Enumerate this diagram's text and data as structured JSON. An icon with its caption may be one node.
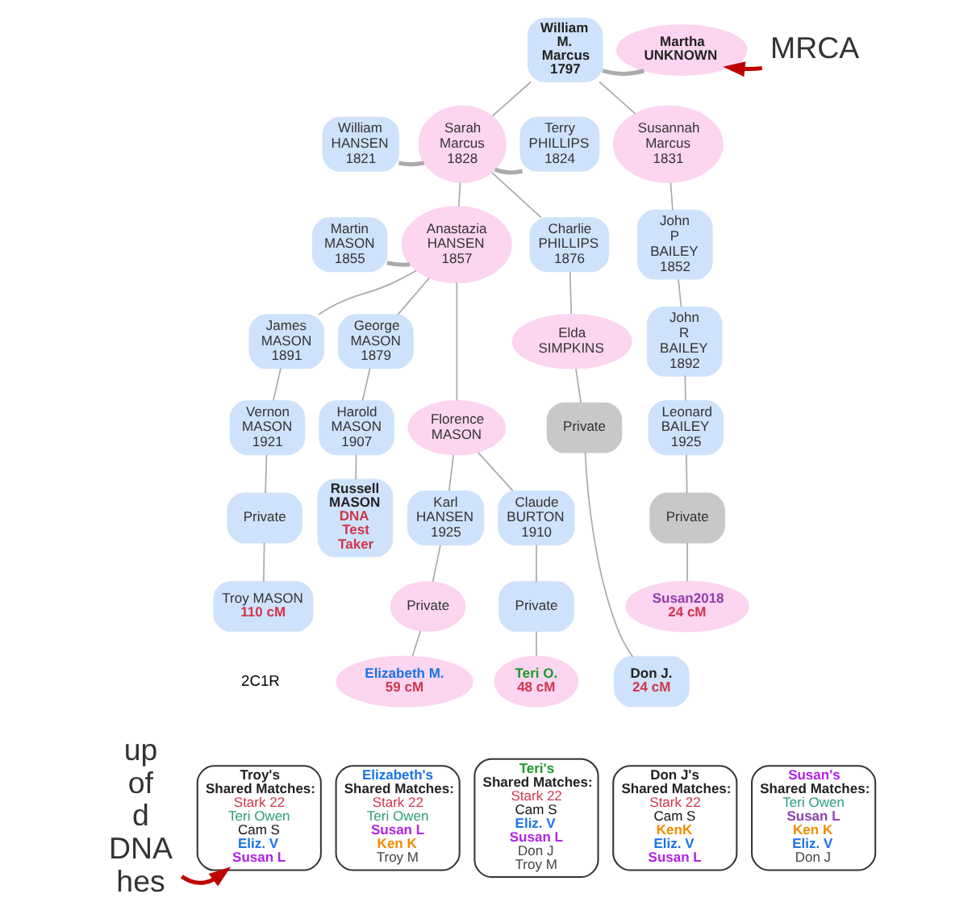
{
  "diagram": {
    "nodes": [
      {
        "text": [
          "William M. Marcus 1797"
        ]
      },
      {
        "text": [
          "Martha UNKNOWN"
        ]
      },
      {
        "text": [
          "MRCA"
        ]
      },
      {
        "text": [
          "William HANSEN 1821"
        ]
      },
      {
        "text": [
          "Sarah Marcus 1828"
        ]
      },
      {
        "text": [
          "Terry PHILLIPS 1824"
        ]
      },
      {
        "text": [
          "Susannah Marcus 1831"
        ]
      },
      {
        "text": [
          "Martin MASON 1855"
        ]
      },
      {
        "text": [
          "Anastazia HANSEN 1857"
        ]
      },
      {
        "text": [
          "John P BAILEY 1852"
        ]
      },
      {
        "text": [
          "George MASON 1879"
        ]
      },
      {
        "text": [
          "James MASON 1891"
        ]
      },
      {
        "text": [
          "Florence MASON"
        ]
      },
      {
        "text": [
          "Charlie PHILLIPS 1876"
        ]
      },
      {
        "text": [
          "John R BAILEY 1892"
        ]
      },
      {
        "text": [
          "Harold MASON 1907"
        ]
      },
      {
        "text": [
          "Vernon MASON 1921"
        ]
      },
      {
        "text": [
          "Karl HANSEN 1925"
        ]
      },
      {
        "text": [
          "Claude BURTON 1910"
        ]
      },
      {
        "text": [
          "Elda SIMPKINS"
        ]
      },
      {
        "text": [
          "Leonard BAILEY 1925"
        ]
      },
      {
        "text": [
          "Russell MASON",
          "DNA Test Taker"
        ]
      },
      {
        "text": [
          "Private"
        ]
      },
      {
        "text": [
          "Private"
        ]
      },
      {
        "text": [
          "Private"
        ]
      },
      {
        "text": [
          "Private"
        ]
      },
      {
        "text": [
          "Private"
        ]
      },
      {
        "text": [
          "Troy MASON",
          "110 cM"
        ]
      },
      {
        "text": [
          "Elizabeth M.",
          "59 cM"
        ]
      },
      {
        "text": [
          "Teri O.",
          "48 cM"
        ]
      },
      {
        "text": [
          "Don J.",
          "24 cM"
        ]
      },
      {
        "text": [
          "Susan2018",
          "24 cM"
        ]
      },
      {
        "text": [
          "up of d DNA hes"
        ]
      },
      {
        "text": [
          "Troy's",
          "Shared Matches:",
          "Stark 22",
          "Teri Owen",
          "Cam S",
          "Eliz. V",
          "Susan L"
        ]
      },
      {
        "text": [
          "Elizabeth's",
          "Shared Matches:",
          "Stark 22",
          "Teri Owen",
          "Susan L",
          "Ken K",
          "Troy M"
        ]
      },
      {
        "text": [
          "Teri's",
          "Shared Matches:",
          "Stark 22",
          "Cam S",
          "Eliz. V",
          "Susan L",
          "Don J",
          "Troy M"
        ]
      },
      {
        "text": [
          "Don J's",
          "Shared Matches:",
          "Stark 22",
          "Cam S",
          "KenK",
          "Eliz. V",
          "Susan L"
        ]
      },
      {
        "text": [
          "Susan's",
          "Shared Matches:",
          "Teri Owen",
          "Susan L",
          "Ken K",
          "Eliz. V",
          "Don J"
        ]
      }
    ],
    "edges": [
      {
        "from": 0,
        "to": 1,
        "arrow": "none",
        "style": "thick"
      },
      {
        "from": 2,
        "to": 1,
        "arrow": "to",
        "style": "thick",
        "color": "#c00000"
      },
      {
        "from": 0,
        "to": 4,
        "arrow": "none"
      },
      {
        "from": 0,
        "to": 6,
        "arrow": "none"
      },
      {
        "from": 3,
        "to": 4,
        "arrow": "none",
        "style": "thick"
      },
      {
        "from": 4,
        "to": 5,
        "arrow": "none",
        "style": "thick"
      },
      {
        "from": 7,
        "to": 8,
        "arrow": "none",
        "style": "thick"
      },
      {
        "from": 4,
        "to": 8,
        "arrow": "none"
      },
      {
        "from": 4,
        "to": 13,
        "arrow": "none"
      },
      {
        "from": 6,
        "to": 9,
        "arrow": "none"
      },
      {
        "from": 8,
        "to": 10,
        "arrow": "none"
      },
      {
        "from": 8,
        "to": 11,
        "arrow": "none"
      },
      {
        "from": 8,
        "to": 12,
        "arrow": "none"
      },
      {
        "from": 9,
        "to": 14,
        "arrow": "none"
      },
      {
        "from": 10,
        "to": 15,
        "arrow": "none"
      },
      {
        "from": 11,
        "to": 16,
        "arrow": "none"
      },
      {
        "from": 12,
        "to": 17,
        "arrow": "none"
      },
      {
        "from": 12,
        "to": 18,
        "arrow": "none"
      },
      {
        "from": 13,
        "to": 19,
        "arrow": "none"
      },
      {
        "from": 14,
        "to": 20,
        "arrow": "none"
      },
      {
        "from": 15,
        "to": 21,
        "arrow": "none"
      },
      {
        "from": 16,
        "to": 22,
        "arrow": "none"
      },
      {
        "from": 17,
        "to": 23,
        "arrow": "none"
      },
      {
        "from": 18,
        "to": 24,
        "arrow": "none"
      },
      {
        "from": 19,
        "to": 25,
        "arrow": "none"
      },
      {
        "from": 20,
        "to": 26,
        "arrow": "none"
      },
      {
        "from": 22,
        "to": 27,
        "arrow": "none"
      },
      {
        "from": 23,
        "to": 28,
        "arrow": "none"
      },
      {
        "from": 24,
        "to": 29,
        "arrow": "none"
      },
      {
        "from": 25,
        "to": 30,
        "arrow": "none"
      },
      {
        "from": 26,
        "to": 31,
        "arrow": "none"
      },
      {
        "from": 32,
        "to": 33,
        "arrow": "to",
        "style": "thick",
        "color": "#c00000"
      }
    ],
    "labels": [
      "2C1R"
    ]
  }
}
